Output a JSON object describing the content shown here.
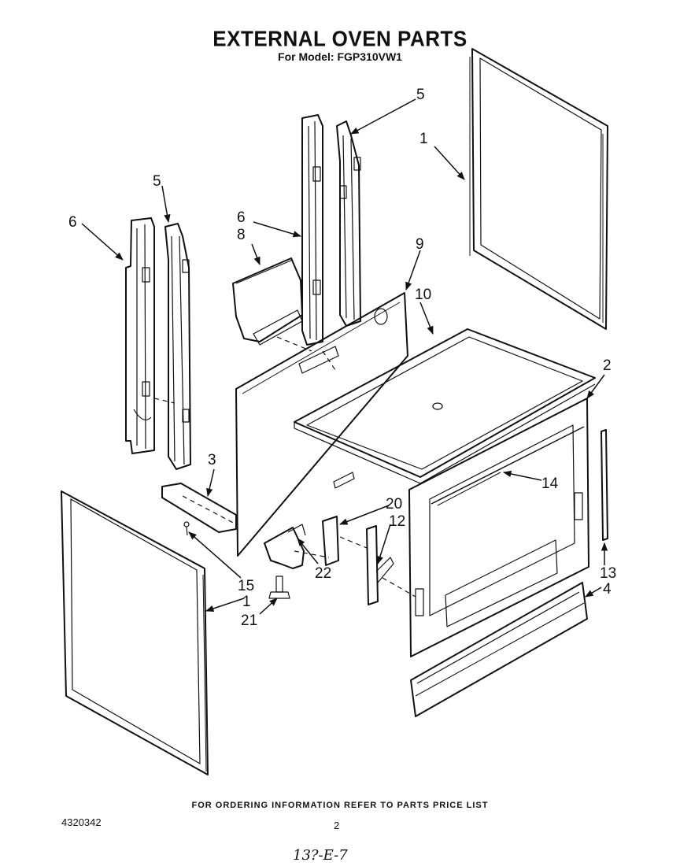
{
  "header": {
    "title": "EXTERNAL OVEN PARTS",
    "subtitle": "For Model: FGP310VW1"
  },
  "callouts": [
    {
      "id": "c-5-top",
      "label": "5"
    },
    {
      "id": "c-1-top",
      "label": "1"
    },
    {
      "id": "c-5-left",
      "label": "5"
    },
    {
      "id": "c-6-left",
      "label": "6"
    },
    {
      "id": "c-6-mid",
      "label": "6"
    },
    {
      "id": "c-8",
      "label": "8"
    },
    {
      "id": "c-9",
      "label": "9"
    },
    {
      "id": "c-10",
      "label": "10"
    },
    {
      "id": "c-2",
      "label": "2"
    },
    {
      "id": "c-3",
      "label": "3"
    },
    {
      "id": "c-14",
      "label": "14"
    },
    {
      "id": "c-20",
      "label": "20"
    },
    {
      "id": "c-12",
      "label": "12"
    },
    {
      "id": "c-22",
      "label": "22"
    },
    {
      "id": "c-15",
      "label": "15"
    },
    {
      "id": "c-1-bottom",
      "label": "1"
    },
    {
      "id": "c-21",
      "label": "21"
    },
    {
      "id": "c-13",
      "label": "13"
    },
    {
      "id": "c-4",
      "label": "4"
    }
  ],
  "footer": {
    "note": "FOR ORDERING INFORMATION REFER TO PARTS PRICE LIST",
    "doc_number": "4320342",
    "page": "2",
    "handwritten": "13?-E-7"
  }
}
